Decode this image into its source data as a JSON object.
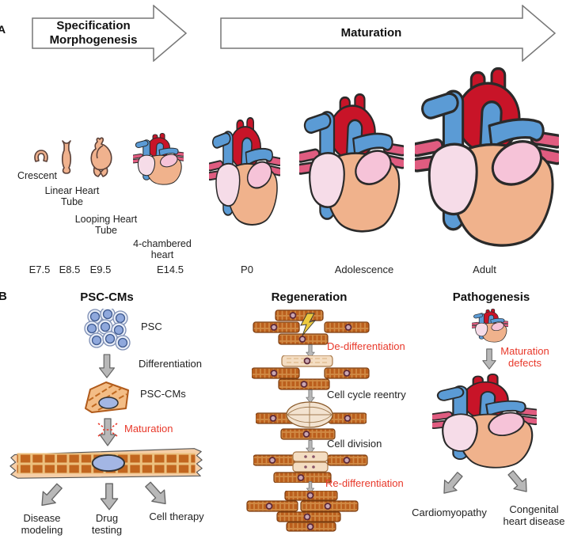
{
  "colors": {
    "red_text": "#e8382a",
    "aorta_red": "#c81428",
    "vessel_blue": "#5b9bd5",
    "vein_pink": "#e05c80",
    "atrium_pink": "#f6c3d8",
    "pale_pink": "#f6dce8",
    "ventricle_peach": "#f0b28c",
    "myocyte_brown": "#bb5f1d",
    "myocyte_stripe": "#ecc07e",
    "myocyte_pale": "#f4ddc2",
    "nucleus_blue": "#a3b6e4",
    "psc_blue": "#8fa8dc",
    "arrow_gray": "#b8b8b8"
  },
  "panelA": {
    "label": "A",
    "arrow1": "Specification\nMorphogenesis",
    "arrow2": "Maturation",
    "stages": {
      "crescent": "Crescent",
      "linear": "Linear Heart\nTube",
      "looping": "Looping Heart\nTube",
      "chambered": "4-chambered\nheart"
    },
    "timepoints": [
      "E7.5",
      "E8.5",
      "E9.5",
      "E14.5",
      "P0",
      "Adolescence",
      "Adult"
    ]
  },
  "panelB": {
    "label": "B",
    "psc": {
      "title": "PSC-CMs",
      "cell1": "PSC",
      "step1": "Differentiation",
      "cell2": "PSC-CMs",
      "step2": "Maturation",
      "outcomes": [
        "Disease\nmodeling",
        "Drug\ntesting",
        "Cell therapy"
      ]
    },
    "regeneration": {
      "title": "Regeneration",
      "steps": [
        "De-differentiation",
        "Cell cycle reentry",
        "Cell division",
        "Re-differentiation"
      ]
    },
    "pathogenesis": {
      "title": "Pathogenesis",
      "step1": "Maturation\ndefects",
      "outcomes": [
        "Cardiomyopathy",
        "Congenital\nheart disease"
      ]
    }
  }
}
